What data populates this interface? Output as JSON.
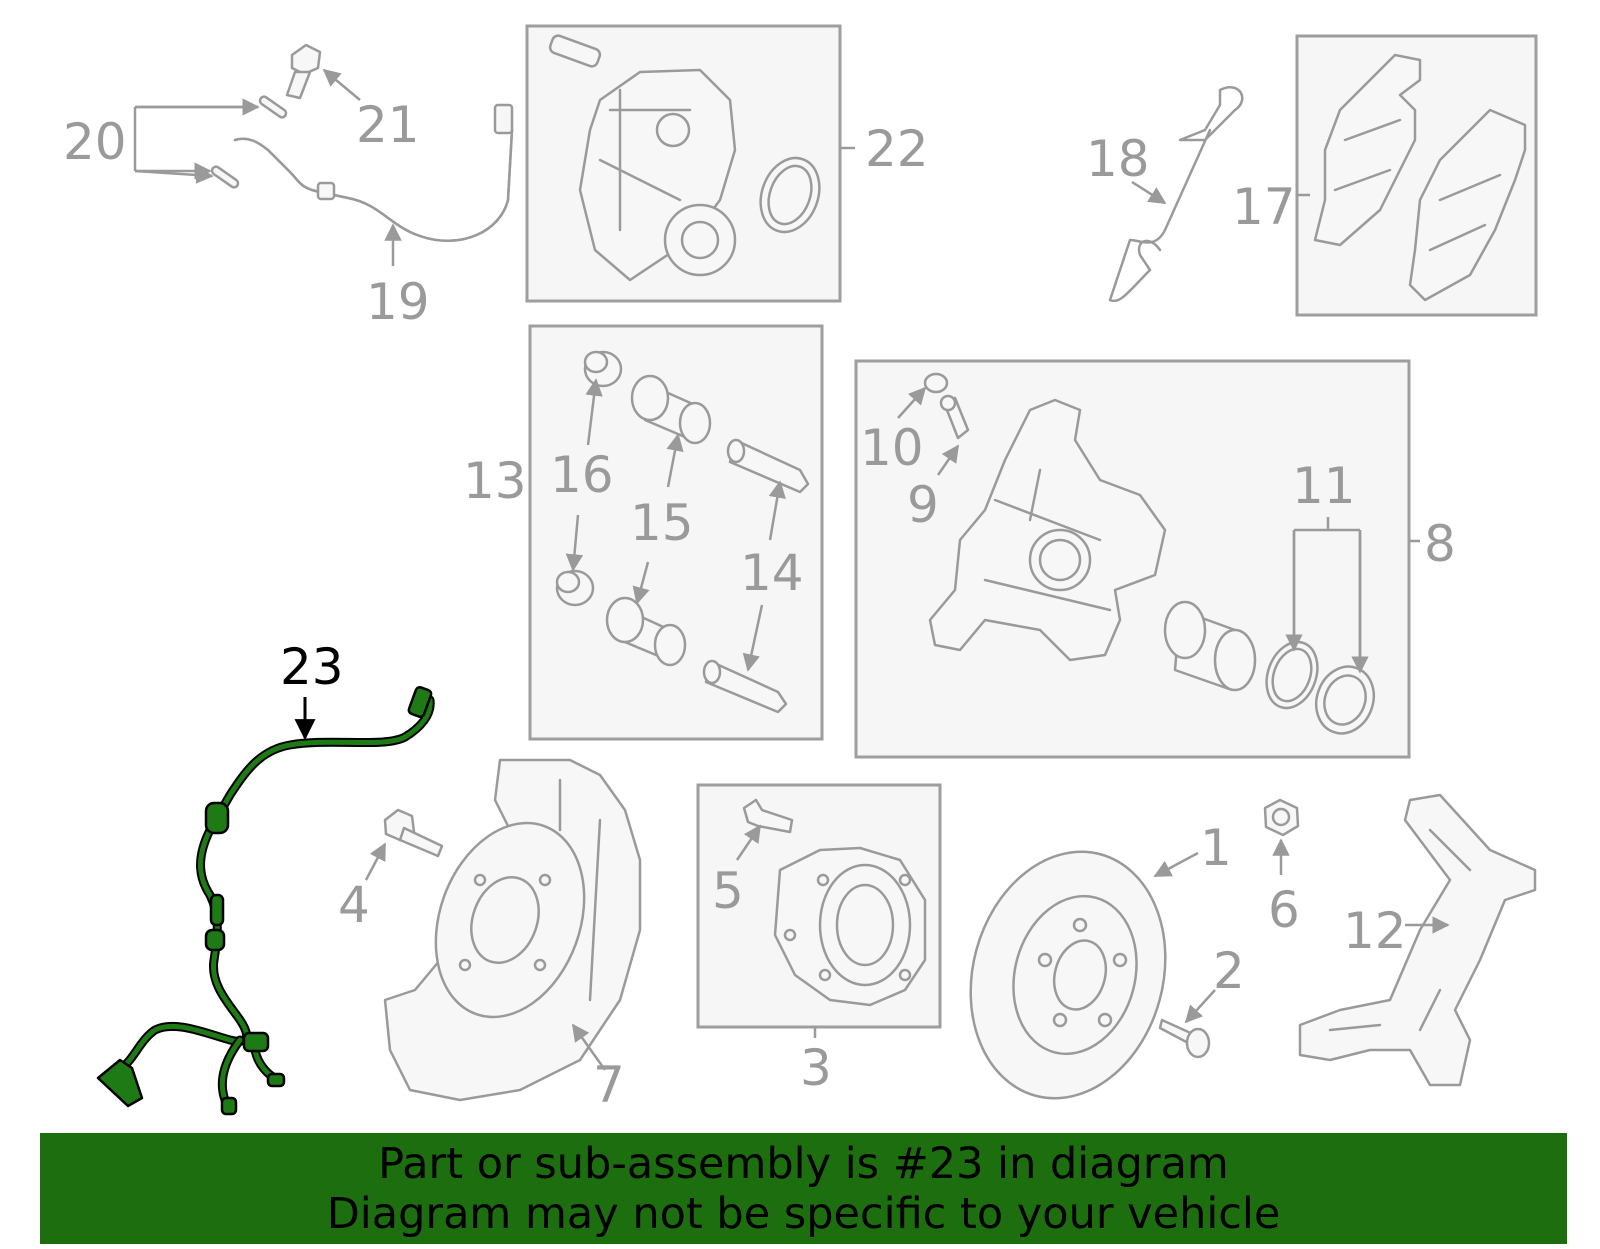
{
  "diagram": {
    "callouts": {
      "c1": "1",
      "c2": "2",
      "c3": "3",
      "c4": "4",
      "c5": "5",
      "c6": "6",
      "c7": "7",
      "c8": "8",
      "c9": "9",
      "c10": "10",
      "c11": "11",
      "c12": "12",
      "c13": "13",
      "c14": "14",
      "c15": "15",
      "c16": "16",
      "c17": "17",
      "c18": "18",
      "c19": "19",
      "c20": "20",
      "c21": "21",
      "c22": "22",
      "c23": "23"
    },
    "highlighted_part": "23",
    "colors": {
      "highlight": "#1e7a14",
      "banner": "#1c6e0f",
      "line_art": "#9a9a9a",
      "box_fill": "#f6f6f6"
    }
  },
  "banner": {
    "line1": "Part or sub-assembly is #23 in diagram",
    "line2": "Diagram may not be specific to your vehicle"
  }
}
